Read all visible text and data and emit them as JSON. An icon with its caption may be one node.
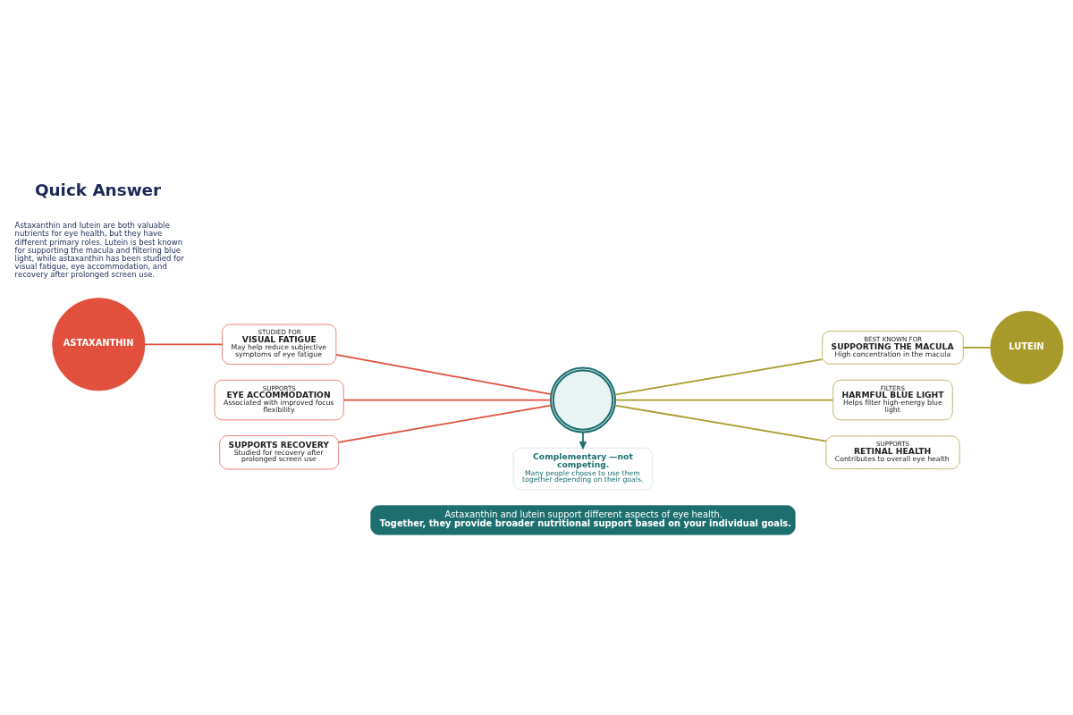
{
  "diagram": {
    "nodes": [
      {
        "text": [
          "ASTAXANTHIN"
        ]
      },
      {
        "text": [
          "STUDIED FOR",
          "VISUAL FATIGUE",
          "May help reduce subjective symptoms of eye fatigue"
        ]
      },
      {
        "text": [
          "SUPPORTS",
          "EYE ACCOMMODATION",
          "Associated with improved focus flexibility"
        ]
      },
      {
        "text": [
          "SUPPORTS RECOVERY",
          "Studied for recovery after prolonged screen use"
        ]
      },
      {
        "text": [],
        "shape": "circle"
      },
      {
        "text": [
          "LUTEIN"
        ]
      },
      {
        "text": [
          "BEST KNOWN FOR",
          "SUPPORTING THE MACULA",
          "High concentration in the macula"
        ]
      },
      {
        "text": [
          "FILTERS",
          "HARMFUL BLUE LIGHT",
          "Helps filter high-energy blue light"
        ]
      },
      {
        "text": [
          "SUPPORTS",
          "RETINAL HEALTH",
          "Contributes to overall eye health"
        ]
      },
      {
        "text": [
          "Complementary —not competing.",
          "Many people choose to use them together depending on their goals."
        ]
      },
      {
        "text": [
          "Astaxanthin and lutein support different aspects of eye health.",
          "Together, they provide broader nutritional support based on your individual goals."
        ]
      }
    ],
    "edges": [
      {
        "from": 0,
        "to": 1,
        "arrow": "none"
      },
      {
        "from": 1,
        "to": 4,
        "arrow": "none"
      },
      {
        "from": 2,
        "to": 4,
        "arrow": "none"
      },
      {
        "from": 3,
        "to": 4,
        "arrow": "none"
      },
      {
        "from": 4,
        "to": 6,
        "arrow": "none"
      },
      {
        "from": 4,
        "to": 7,
        "arrow": "none"
      },
      {
        "from": 4,
        "to": 8,
        "arrow": "none"
      },
      {
        "from": 6,
        "to": 5,
        "arrow": "none"
      },
      {
        "from": 4,
        "to": 9,
        "arrow": "to",
        "color": "#1d6e6e"
      }
    ],
    "labels": [
      "Quick Answer",
      "Astaxanthin and lutein are both valuable nutrients for eye health, but they have different primary roles. Lutein is best known for supporting the macula and filtering blue light, while astaxanthin has been studied for visual fatigue, eye accommodation, and recovery after prolonged screen use."
    ]
  }
}
